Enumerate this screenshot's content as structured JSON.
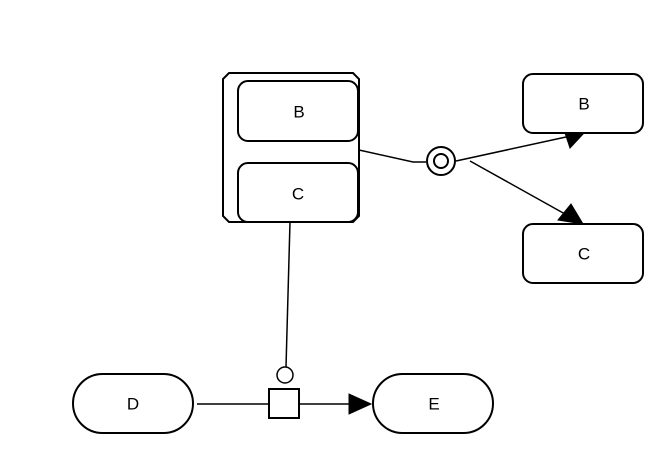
{
  "diagram": {
    "nodes": {
      "group_b": "B",
      "group_c": "C",
      "right_b": "B",
      "right_c": "C",
      "d": "D",
      "e": "E"
    }
  },
  "icons": {
    "junction": "double-circle-junction-icon",
    "gate": "square-gate-icon",
    "knob": "small-circle-connector-icon"
  },
  "colors": {
    "stroke": "#000000",
    "fill": "#ffffff"
  }
}
